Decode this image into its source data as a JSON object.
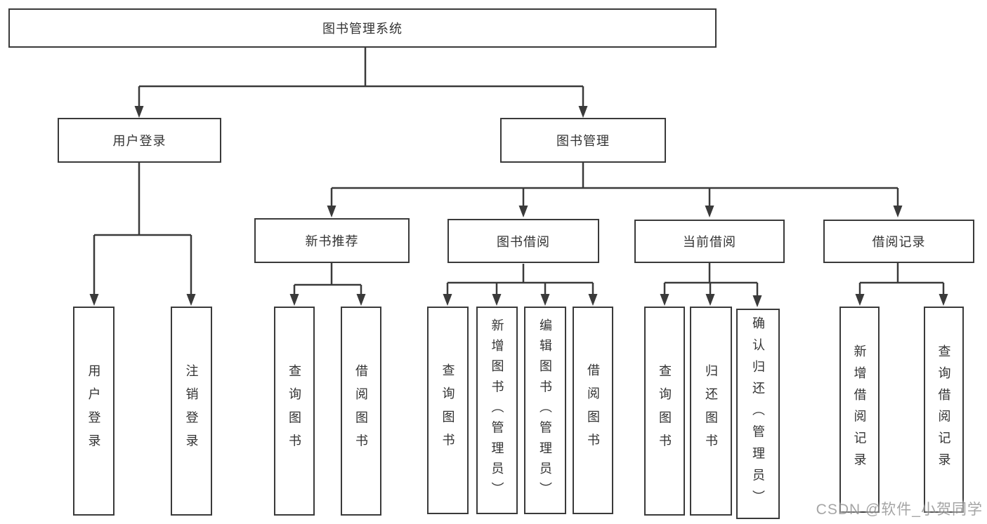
{
  "tree": {
    "label": "图书管理系统",
    "children": [
      {
        "label": "用户登录",
        "children": [
          {
            "label": "用户登录"
          },
          {
            "label": "注销登录"
          }
        ]
      },
      {
        "label": "图书管理",
        "children": [
          {
            "label": "新书推荐",
            "children": [
              {
                "label": "查询图书"
              },
              {
                "label": "借阅图书"
              }
            ]
          },
          {
            "label": "图书借阅",
            "children": [
              {
                "label": "查询图书"
              },
              {
                "label": "新增图书（管理员）"
              },
              {
                "label": "编辑图书（管理员）"
              },
              {
                "label": "借阅图书"
              }
            ]
          },
          {
            "label": "当前借阅",
            "children": [
              {
                "label": "查询图书"
              },
              {
                "label": "归还图书"
              },
              {
                "label": "确认归还（管理员）"
              }
            ]
          },
          {
            "label": "借阅记录",
            "children": [
              {
                "label": "新增借阅记录"
              },
              {
                "label": "查询借阅记录"
              }
            ]
          }
        ]
      }
    ]
  },
  "watermark": {
    "text": "CSDN @软件_小贺同学"
  },
  "colors": {
    "line": "#3a3a3a",
    "box_border": "#3a3a3a",
    "text": "#333333",
    "background": "#ffffff",
    "watermark": "#8f8f8f"
  }
}
